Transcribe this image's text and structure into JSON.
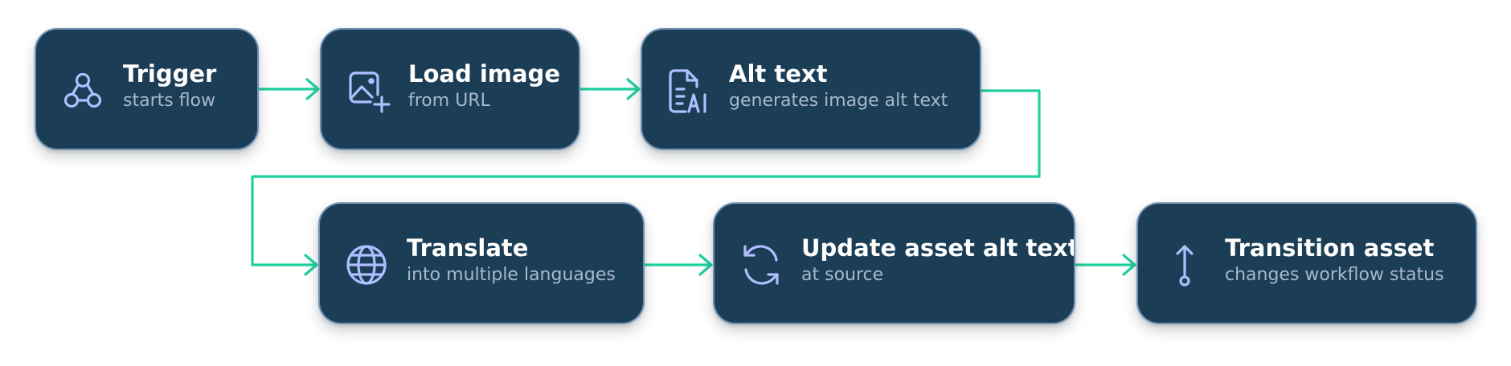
{
  "flow": {
    "nodes": [
      {
        "id": "trigger",
        "icon": "webhook-icon",
        "title": "Trigger",
        "subtitle": "starts flow"
      },
      {
        "id": "load-image",
        "icon": "image-add-icon",
        "title": "Load image",
        "subtitle": "from URL"
      },
      {
        "id": "alt-text",
        "icon": "ai-document-icon",
        "title": "Alt text",
        "subtitle": "generates image alt text"
      },
      {
        "id": "translate",
        "icon": "globe-icon",
        "title": "Translate",
        "subtitle": "into multiple languages"
      },
      {
        "id": "update-asset",
        "icon": "refresh-icon",
        "title": "Update asset alt text",
        "subtitle": "at source"
      },
      {
        "id": "transition-asset",
        "icon": "transition-arrow-icon",
        "title": "Transition asset",
        "subtitle": "changes workflow status"
      }
    ],
    "connections": [
      {
        "from": "trigger",
        "to": "load-image"
      },
      {
        "from": "load-image",
        "to": "alt-text"
      },
      {
        "from": "alt-text",
        "to": "translate"
      },
      {
        "from": "translate",
        "to": "update-asset"
      },
      {
        "from": "update-asset",
        "to": "transition-asset"
      }
    ]
  },
  "colors": {
    "node_fill": "#1b3d55",
    "node_border": "#6f90b2",
    "icon": "#aebfff",
    "title": "#ffffff",
    "subtitle": "#a7b8cd",
    "connector": "#1fcf9e"
  }
}
